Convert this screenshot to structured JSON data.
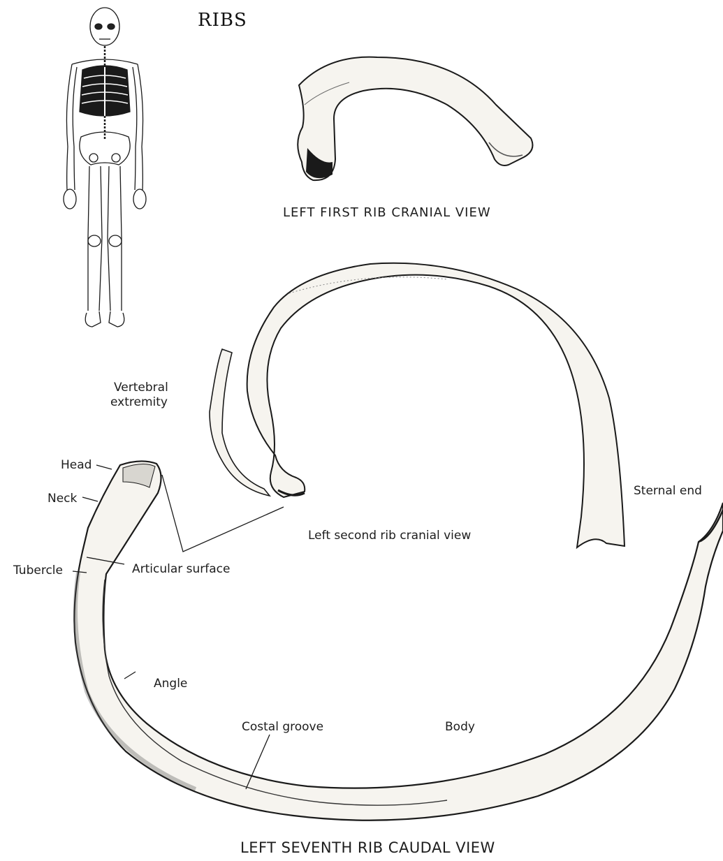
{
  "title": "RIBS",
  "captions": {
    "first_rib": "LEFT FIRST RIB CRANIAL VIEW",
    "second_rib": "Left second rib cranial view",
    "seventh_rib": "LEFT SEVENTH RIB CAUDAL VIEW"
  },
  "labels": {
    "vertebral_extremity_line1": "Vertebral",
    "vertebral_extremity_line2": "extremity",
    "head": "Head",
    "neck": "Neck",
    "tubercle": "Tubercle",
    "articular_surface": "Articular surface",
    "angle": "Angle",
    "costal_groove": "Costal groove",
    "body": "Body",
    "sternal_end": "Sternal end"
  },
  "colors": {
    "ink": "#1a1a1a",
    "bone_fill": "#f6f4ef",
    "shade": "#6b6b6b",
    "highlight_rib": "#111111"
  }
}
